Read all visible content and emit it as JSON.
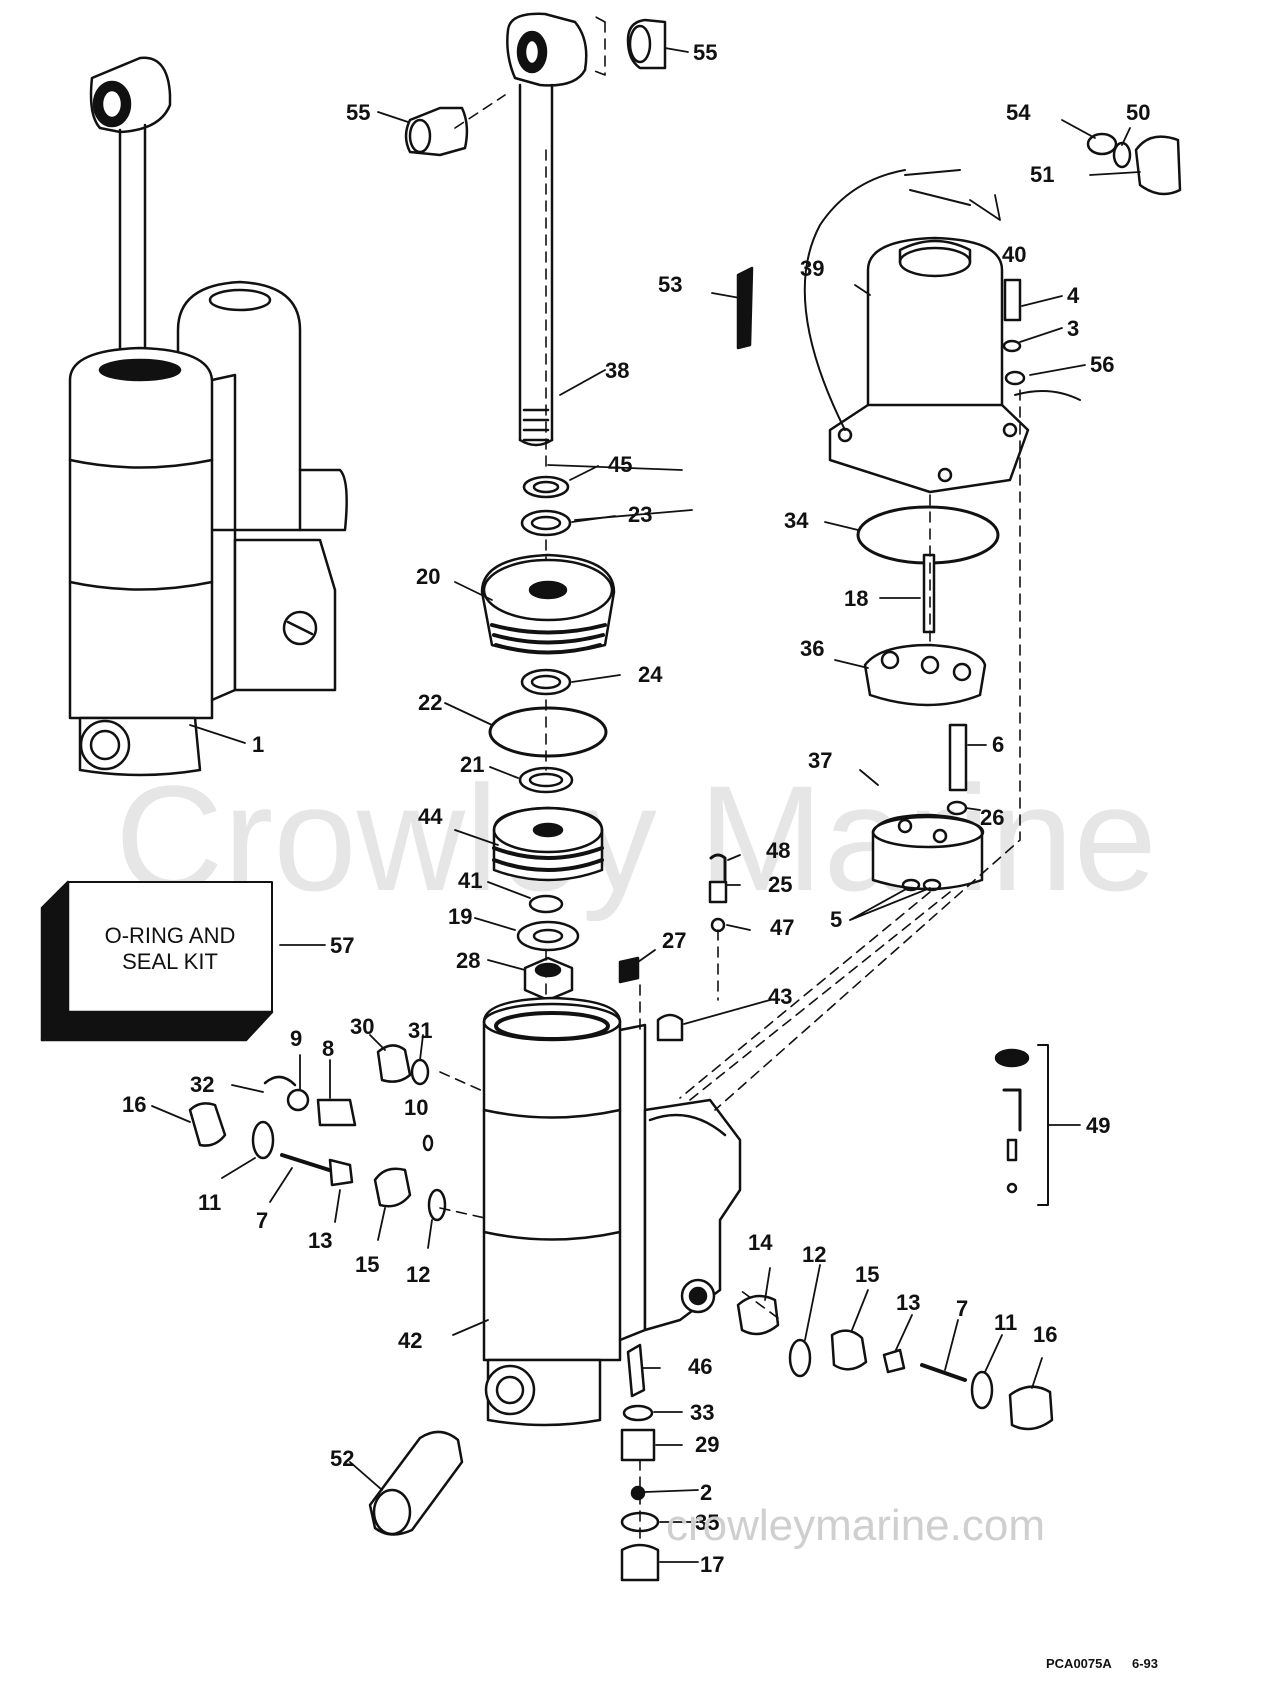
{
  "watermark": {
    "brand": "Crowley Marine",
    "url": "crowleymarine.com"
  },
  "kit_box": {
    "line1": "O-RING AND",
    "line2": "SEAL KIT",
    "label": "57"
  },
  "diagram_code": {
    "code": "PCA0075A",
    "date": "6-93"
  },
  "labels": {
    "l1": "1",
    "l2": "2",
    "l3": "3",
    "l4": "4",
    "l5": "5",
    "l6": "6",
    "l7a": "7",
    "l7b": "7",
    "l8": "8",
    "l9": "9",
    "l10": "10",
    "l11a": "11",
    "l11b": "11",
    "l12a": "12",
    "l12b": "12",
    "l13a": "13",
    "l13b": "13",
    "l14": "14",
    "l15a": "15",
    "l15b": "15",
    "l16a": "16",
    "l16b": "16",
    "l17": "17",
    "l18": "18",
    "l19": "19",
    "l20": "20",
    "l21": "21",
    "l22": "22",
    "l23": "23",
    "l24": "24",
    "l25": "25",
    "l26": "26",
    "l27": "27",
    "l28": "28",
    "l29": "29",
    "l30": "30",
    "l31": "31",
    "l32": "32",
    "l33": "33",
    "l34": "34",
    "l35": "35",
    "l36": "36",
    "l37": "37",
    "l38": "38",
    "l39": "39",
    "l40": "40",
    "l41": "41",
    "l42": "42",
    "l43": "43",
    "l44": "44",
    "l45": "45",
    "l46": "46",
    "l47": "47",
    "l48": "48",
    "l49": "49",
    "l50": "50",
    "l51": "51",
    "l52": "52",
    "l53": "53",
    "l54": "54",
    "l55a": "55",
    "l55b": "55",
    "l56": "56"
  }
}
